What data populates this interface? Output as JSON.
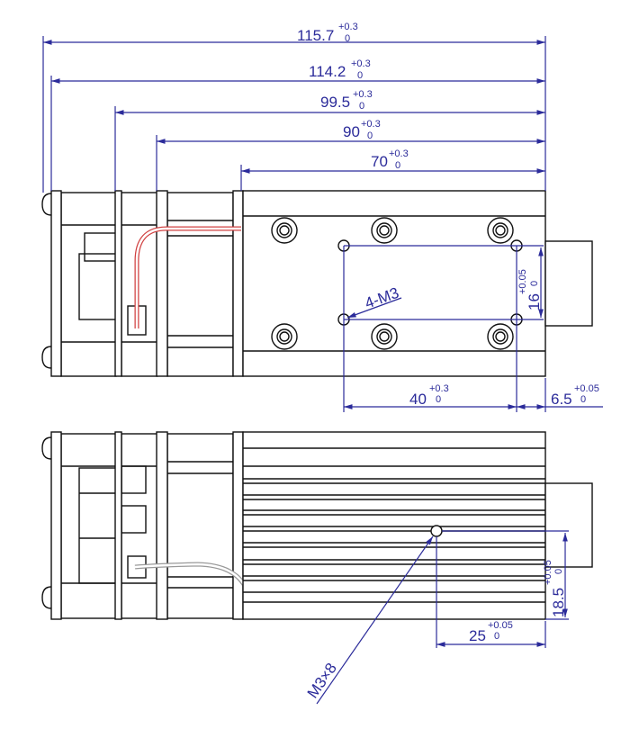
{
  "colors": {
    "outline": "#111111",
    "dimension": "#2b2b9a",
    "wire_top": "#d04040",
    "wire_bottom": "#999999"
  },
  "top_view": {
    "dimensions": [
      {
        "value": "115.7",
        "upper_tol": "+0.3",
        "lower_tol": "0"
      },
      {
        "value": "114.2",
        "upper_tol": "+0.3",
        "lower_tol": "0"
      },
      {
        "value": "99.5",
        "upper_tol": "+0.3",
        "lower_tol": "0"
      },
      {
        "value": "90",
        "upper_tol": "+0.3",
        "lower_tol": "0"
      },
      {
        "value": "70",
        "upper_tol": "+0.3",
        "lower_tol": "0"
      }
    ],
    "hole_callout": "4-M3",
    "hole_spacing_x": {
      "value": "40",
      "upper_tol": "+0.3",
      "lower_tol": "0"
    },
    "hole_spacing_y": {
      "value": "16",
      "upper_tol": "+0.05",
      "lower_tol": "0"
    },
    "edge_offset": {
      "value": "6.5",
      "upper_tol": "+0.05",
      "lower_tol": "0"
    }
  },
  "bottom_view": {
    "hole_callout": "M3×8",
    "height_dim": {
      "value": "18.5",
      "upper_tol": "+0.05",
      "lower_tol": "0"
    },
    "edge_dim": {
      "value": "25",
      "upper_tol": "+0.05",
      "lower_tol": "0"
    }
  }
}
